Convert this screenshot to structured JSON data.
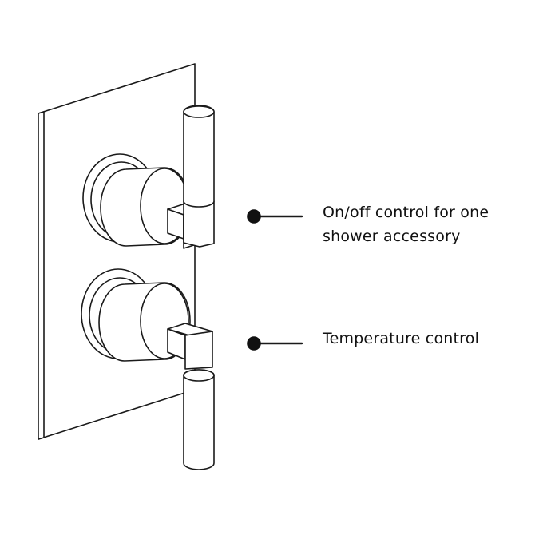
{
  "callouts": {
    "onoff": {
      "line1": "On/off control for one",
      "line2": "shower accessory"
    },
    "temperature": {
      "line1": "Temperature control"
    }
  },
  "colors": {
    "stroke": "#1a1a1a",
    "background": "#ffffff",
    "text": "#111111"
  }
}
